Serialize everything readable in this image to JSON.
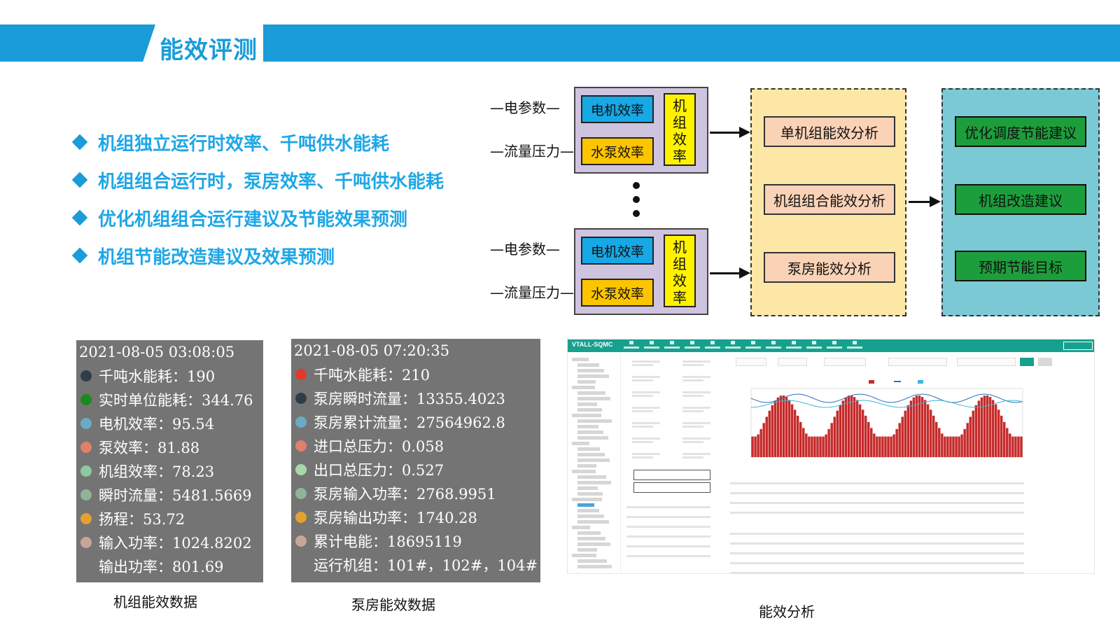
{
  "header": {
    "title": "能效评测"
  },
  "bullets": [
    "机组独立运行时效率、千吨供水能耗",
    "机组组合运行时，泵房效率、千吨供水能耗",
    "优化机组组合运行建议及节能效果预测",
    "机组节能改造建议及效果预测"
  ],
  "flow": {
    "elec_param": "—电参数—",
    "flow_pressure": "—流量压力—",
    "motor_eff": "电机效率",
    "pump_eff": "水泵效率",
    "unit_eff": [
      "机",
      "组",
      "效",
      "率"
    ],
    "analysis": [
      "单机组能效分析",
      "机组组合能效分析",
      "泵房能效分析"
    ],
    "suggestions": [
      "优化调度节能建议",
      "机组改造建议",
      "预期节能目标"
    ]
  },
  "unit_panel": {
    "timestamp": "2021-08-05 03:08:05",
    "caption": "机组能效数据",
    "rows": [
      {
        "text": "千吨水能耗：190",
        "color": "#2f3e46"
      },
      {
        "text": "实时单位能耗：344.76",
        "color": "#1a8a1a"
      },
      {
        "text": "电机效率：95.54",
        "color": "#6aaac4"
      },
      {
        "text": "泵效率：81.88",
        "color": "#e0806a"
      },
      {
        "text": "机组效率：78.23",
        "color": "#8cc9a0"
      },
      {
        "text": "瞬时流量：5481.5669",
        "color": "#8fb496"
      },
      {
        "text": "扬程：53.72",
        "color": "#e6a030"
      },
      {
        "text": "输入功率：1024.8202",
        "color": "#c8a59a"
      },
      {
        "text": "输出功率：801.69",
        "color": ""
      }
    ]
  },
  "pump_panel": {
    "timestamp": "2021-08-05 07:20:35",
    "caption": "泵房能效数据",
    "rows": [
      {
        "text": "千吨水能耗：210",
        "color": "#e03a2e"
      },
      {
        "text": "泵房瞬时流量：13355.4023",
        "color": "#2f3e46"
      },
      {
        "text": "泵房累计流量：27564962.8",
        "color": "#6aaac4"
      },
      {
        "text": "进口总压力：0.058",
        "color": "#e0806a"
      },
      {
        "text": "出口总压力：0.527",
        "color": "#a8d8a8"
      },
      {
        "text": "泵房输入功率：2768.9951",
        "color": "#8fb496"
      },
      {
        "text": "泵房输出功率：1740.28",
        "color": "#e6a030"
      },
      {
        "text": "累计电能：18695119",
        "color": "#c8a59a"
      },
      {
        "text": "运行机组：101#，102#，104#",
        "color": ""
      }
    ]
  },
  "dashboard": {
    "caption": "能效分析",
    "brand": "VTALL-SQMC"
  }
}
